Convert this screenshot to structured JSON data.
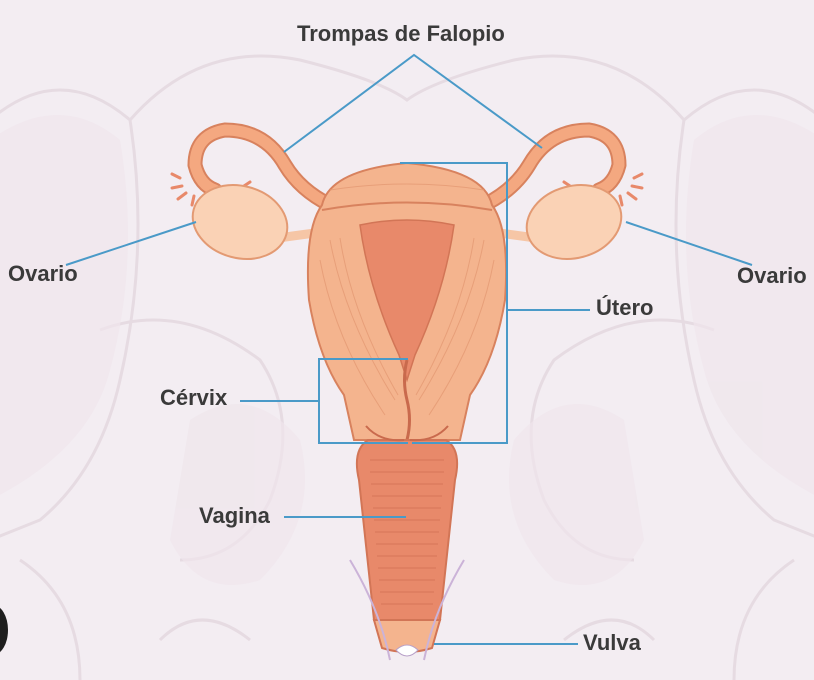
{
  "labels": {
    "fallopian_tubes": "Trompas de Falopio",
    "ovary_left": "Ovario",
    "ovary_right": "Ovario",
    "uterus": "Útero",
    "cervix": "Cérvix",
    "vagina": "Vagina",
    "vulva": "Vulva"
  },
  "colors": {
    "background": "#f3edf2",
    "organ_fill": "#f4b48e",
    "organ_dark": "#e8896a",
    "organ_outline": "#d8825e",
    "ovary_fill": "#fad2b5",
    "leader_line": "#4a9ac8",
    "skeleton": "#e9dfe4",
    "label_text": "#3a3a3a"
  }
}
